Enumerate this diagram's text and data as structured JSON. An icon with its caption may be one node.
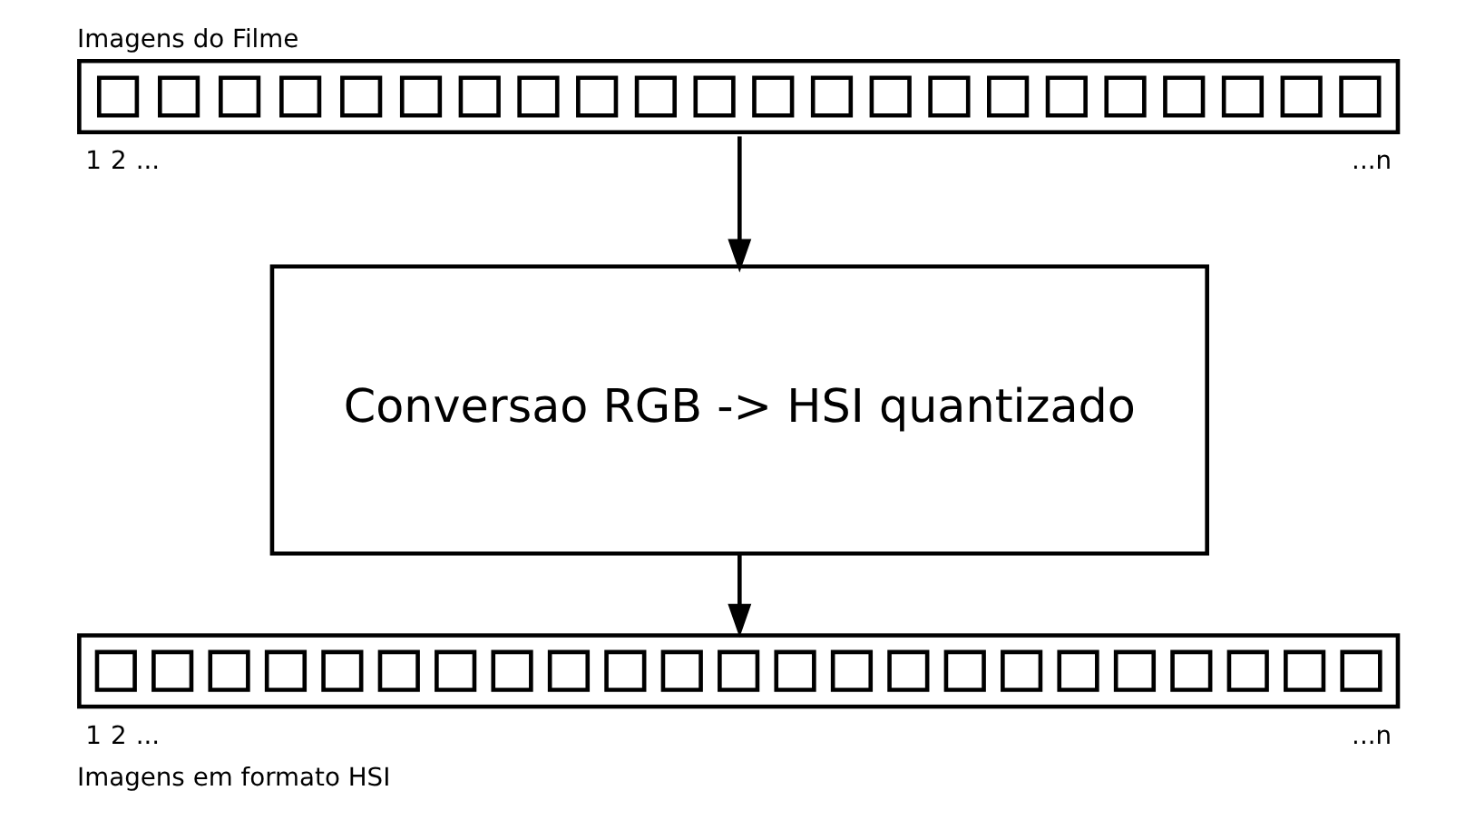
{
  "diagram": {
    "nodes": [
      {
        "text": [
          "Imagens do Filme"
        ],
        "beside": [
          "1",
          "2",
          "...",
          "...n"
        ]
      },
      {
        "text": [
          "Conversao RGB -> HSI quantizado"
        ]
      },
      {
        "text": [
          "Imagens em formato HSI"
        ],
        "beside": [
          "1",
          "2",
          "...",
          "...n"
        ]
      }
    ],
    "edges": [
      {
        "from": 0,
        "to": 1,
        "arrow": "to"
      },
      {
        "from": 1,
        "to": 2,
        "arrow": "to"
      }
    ]
  }
}
